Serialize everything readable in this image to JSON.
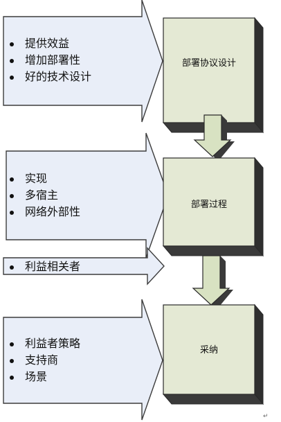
{
  "colors": {
    "arrow_fill": "#e9eef8",
    "arrow_stroke": "#3c3c3c",
    "box_front": "#e4e9d4",
    "box_top": "#f1f4e7",
    "box_side": "#2f2f2f",
    "box_stroke": "#2a2a2a",
    "down_arrow_front": "#d8e2c2",
    "down_arrow_side": "#3a3a3a"
  },
  "inputs": [
    {
      "items": [
        "提供效益",
        "增加部署性",
        "好的技术设计"
      ]
    },
    {
      "items": [
        "实现",
        "多宿主",
        "网络外部性"
      ]
    },
    {
      "items": [
        "利益相关者"
      ]
    },
    {
      "items": [
        "利益者策略",
        "支持商",
        "场景"
      ]
    }
  ],
  "stages": [
    {
      "label": "部署协议设计"
    },
    {
      "label": "部署过程"
    },
    {
      "label": "采纳"
    }
  ],
  "corner_mark": "↵"
}
